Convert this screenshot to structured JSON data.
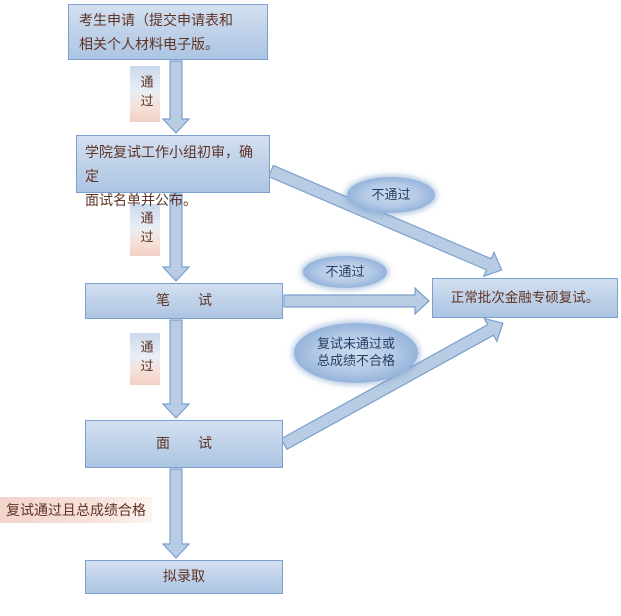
{
  "diagram": {
    "type": "flowchart",
    "boxes": {
      "apply": {
        "lines": [
          "考生申请（提交申请表和",
          "相关个人材料电子版。"
        ]
      },
      "review": {
        "lines": [
          "学院复试工作小组初审，确定",
          "面试名单并公布。"
        ]
      },
      "written": {
        "label": "笔　　试"
      },
      "interview": {
        "label": "面　　试"
      },
      "admit": {
        "label": "拟录取"
      },
      "normalBatch": {
        "label": "正常批次金融专硕复试。"
      }
    },
    "connectors": {
      "pass": "通过",
      "finalPass": "复试通过且总成绩合格",
      "fail": "不通过",
      "failInterview": {
        "lines": [
          "复试未通过或",
          "总成绩不合格"
        ]
      }
    },
    "colors": {
      "boxFillTop": "#d3e0f0",
      "boxFillBottom": "#adc5e3",
      "boxBorder": "#7ba0cd",
      "arrowFill": "#b8cce4",
      "arrowBorder": "#7ba0cd",
      "passLabelTop": "#c9d9ec",
      "passLabelBottom": "#f1cfc4",
      "ellipseEdge": "#6e96c8",
      "ellipseCenter": "#cddcef",
      "boxText": "#5f3325",
      "ellipseText": "#263e5f",
      "background": "#ffffff"
    }
  }
}
